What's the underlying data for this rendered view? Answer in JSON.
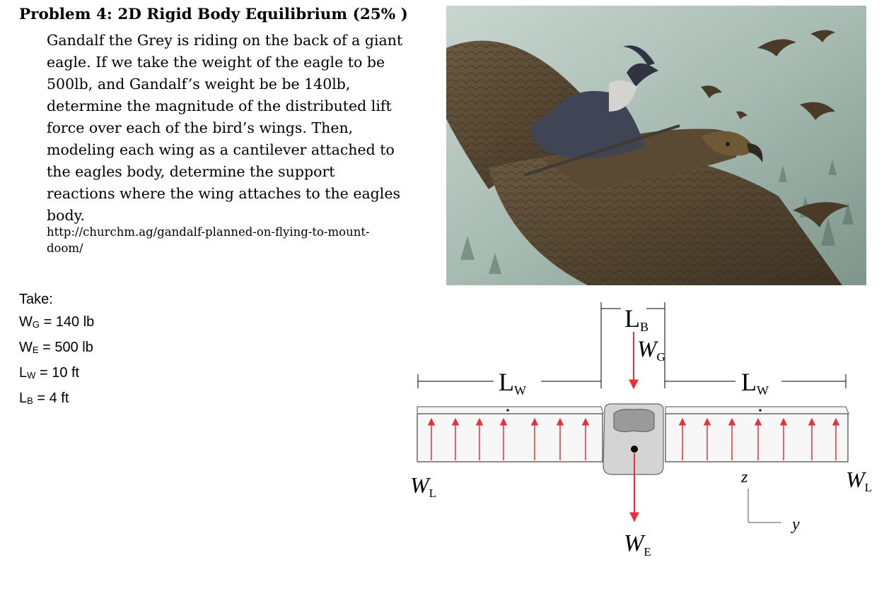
{
  "problem": {
    "title": "Problem 4: 2D Rigid Body Equilibrium (25% )",
    "lines": [
      "Gandalf the Grey is riding on the back of a giant",
      "eagle.  If we take the weight of the eagle to be",
      "500lb, and Gandalf’s weight be be 140lb,",
      "determine the magnitude of the distributed lift",
      "force over each of the bird’s wings.  Then,",
      "modeling each wing as a cantilever attached to",
      "the eagles body, determine the support",
      "reactions where the wing attaches to the eagles",
      "body."
    ],
    "url_lines": [
      "http://churchm.ag/gandalf-planned-on-flying-to-mount-",
      "doom/"
    ]
  },
  "take": {
    "heading": "Take:",
    "items": [
      {
        "sym": "W",
        "sub": "G",
        "rest": " = 140 lb"
      },
      {
        "sym": "W",
        "sub": "E",
        "rest": " = 500 lb"
      },
      {
        "sym": "L",
        "sub": "W",
        "rest": " = 10 ft"
      },
      {
        "sym": "L",
        "sub": "B",
        "rest": " = 4 ft"
      }
    ]
  },
  "diagram": {
    "labels": {
      "lb_main": "L",
      "lb_sub": "B",
      "wg_main": "W",
      "wg_sub": "G",
      "lw_left_main": "L",
      "lw_left_sub": "W",
      "lw_right_main": "L",
      "lw_right_sub": "W",
      "wl_left_main": "W",
      "wl_left_sub": "L",
      "wl_right_main": "W",
      "wl_right_sub": "L",
      "we_main": "W",
      "we_sub": "E",
      "axis_z": "z",
      "axis_y": "y"
    },
    "colors": {
      "force": "#e8303a",
      "body_fill": "#d9d9d9",
      "wing_fill": "#f2f2f2",
      "sky": "#a9bcb4"
    }
  }
}
